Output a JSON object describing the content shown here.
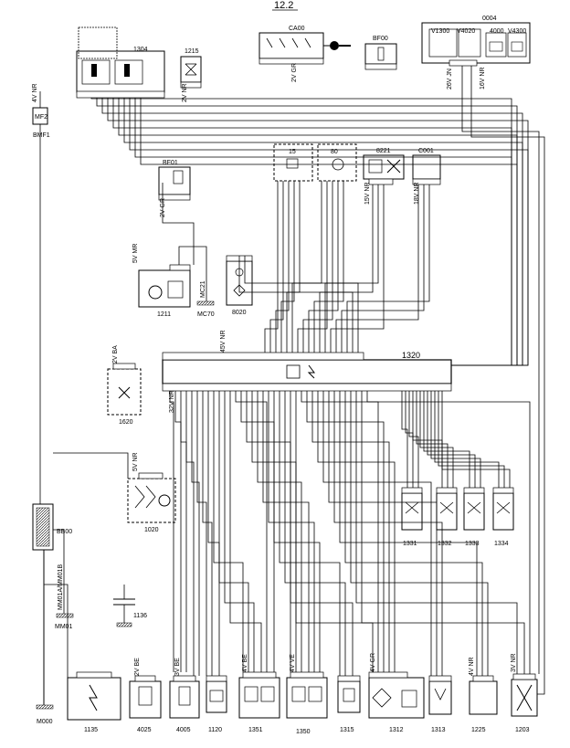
{
  "page_number": "12.2",
  "ecu": {
    "id": "1320"
  },
  "components": [
    {
      "id": "1304"
    },
    {
      "id": "1215"
    },
    {
      "id": "CA00"
    },
    {
      "id": "BF00"
    },
    {
      "id": "0004"
    },
    {
      "id": "BF01"
    },
    {
      "id": "15"
    },
    {
      "id": "80"
    },
    {
      "id": "8221"
    },
    {
      "id": "C001"
    },
    {
      "id": "1211"
    },
    {
      "id": "8020"
    },
    {
      "id": "1620"
    },
    {
      "id": "1020"
    },
    {
      "id": "1331"
    },
    {
      "id": "1332"
    },
    {
      "id": "1333"
    },
    {
      "id": "1334"
    },
    {
      "id": "1135"
    },
    {
      "id": "4025"
    },
    {
      "id": "4005"
    },
    {
      "id": "1120"
    },
    {
      "id": "1351"
    },
    {
      "id": "1350"
    },
    {
      "id": "1315"
    },
    {
      "id": "1312"
    },
    {
      "id": "1313"
    },
    {
      "id": "1225"
    },
    {
      "id": "1203"
    }
  ],
  "cluster_labels": [
    "V1300",
    "V4020",
    "4000",
    "V4300"
  ],
  "grounds": [
    "BMF1",
    "MF2",
    "BB00",
    "MM01",
    "MC70",
    "M000"
  ],
  "ground_cable_label": "MM01A/MM01B",
  "ground_cable_code": "MC21",
  "ground_bottom_label": "1136",
  "connector_labels": [
    "4V NR",
    "5V MR",
    "2V NR",
    "2V GR",
    "3V BE",
    "2V BE",
    "4V BE",
    "4V VE",
    "3V NR",
    "4V GR",
    "32V NR",
    "45V NR",
    "5V NR",
    "4V NR",
    "15V NR",
    "18V NR",
    "26V JN",
    "2V BA",
    "2V GR",
    "16V NR"
  ]
}
